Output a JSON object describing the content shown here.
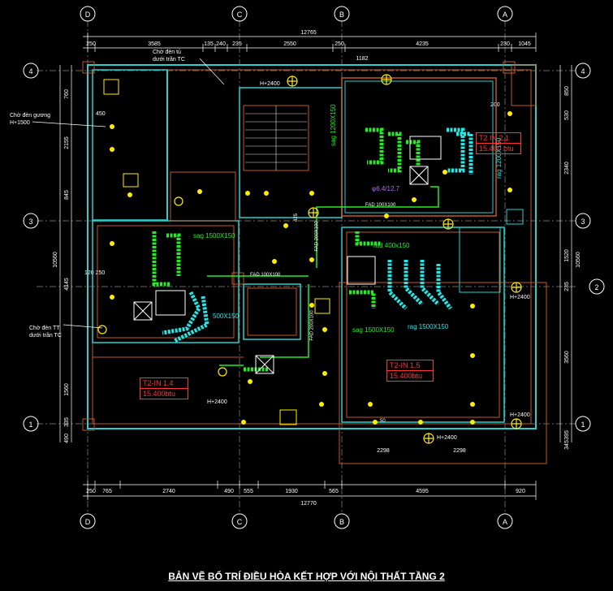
{
  "title": "BẢN VẼ BỐ TRÍ ĐIỀU HÒA KẾT HỢP VỚI NỘI THẤT TẦNG 2",
  "grid_cols": [
    "D",
    "C",
    "B",
    "A"
  ],
  "grid_rows": [
    "4",
    "3",
    "2",
    "1"
  ],
  "dims_top": {
    "total": "12765",
    "segments": [
      "250",
      "3585",
      "135",
      "240",
      "235",
      "2550",
      "250",
      "4235",
      "230",
      "1045"
    ],
    "sub": "1182"
  },
  "dims_bottom": {
    "total": "12770",
    "segments": [
      "250",
      "765",
      "2740",
      "490",
      "555",
      "1930",
      "565",
      "4595",
      "920"
    ],
    "inner": [
      "2298",
      "2298"
    ]
  },
  "dims_left": {
    "total": "10560",
    "segments": [
      "760",
      "2155",
      "845",
      "4145",
      "1560",
      "335",
      "490"
    ],
    "extra": [
      "450",
      "120 250",
      "250"
    ]
  },
  "dims_right": {
    "total": "10560",
    "segments": [
      "850",
      "530",
      "2340",
      "1520",
      "235",
      "3560",
      "395",
      "345"
    ],
    "extra": [
      "200"
    ]
  },
  "labels": {
    "wait_ceiling_tc": "Chờ đèn tủ\ndưới trần TC",
    "wait_mirror": "Chờ đèn gương\nH+1500",
    "wait_tt": "Chờ đèn TT\ndưới trần TC",
    "h2400": "H+2400",
    "pipe": "φ6.4/12.7",
    "fad1": "FAD 100X100",
    "fad2": "FAD 100X100",
    "fad3": "FAD 200X100",
    "fad4": "FAD 200X100",
    "sag_1200": "sag 1200X150",
    "rag_1200": "rag 1200X150",
    "sag_1500_top": "sag 1500X150",
    "d_500": "500X150",
    "rad_400": "rad 400x150",
    "sag_1500": "sag 1500X150",
    "rag_1500": "rag 1500X150",
    "dim_425": "425",
    "dim_50": "50"
  },
  "units": [
    {
      "name": "T2 IN 2.1",
      "capacity": "15.400 btu",
      "color": "#ff3333"
    },
    {
      "name": "T2-IN 1.4",
      "capacity": "15.400btu",
      "color": "#ff3333"
    },
    {
      "name": "T2-IN 1.5",
      "capacity": "15.400btu",
      "color": "#ff3333"
    }
  ],
  "colors": {
    "wall": "#2ad0d0",
    "wall_inner": "#c05a28",
    "dim": "#ffffff",
    "duct_green": "#22ee22",
    "duct_cyan": "#22e8e8",
    "light": "#ffee00",
    "axis": "#ffffff"
  }
}
